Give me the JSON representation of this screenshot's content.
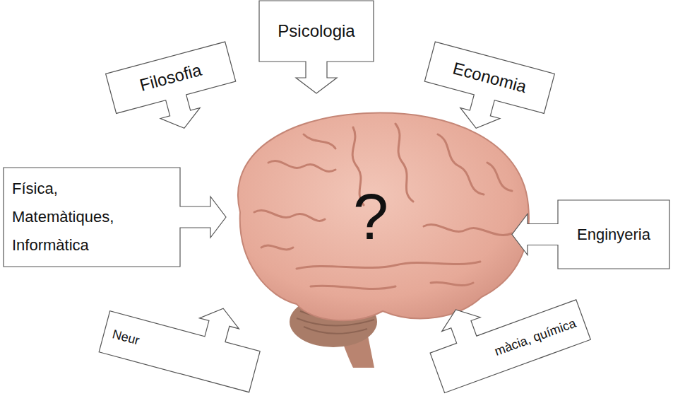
{
  "diagram": {
    "nodes": [
      {
        "text": [
          "Filosofia"
        ]
      },
      {
        "text": [
          "Psicologia"
        ]
      },
      {
        "text": [
          "Economia"
        ]
      },
      {
        "text": [
          "Física, Matemàtiques, Informàtica"
        ]
      },
      {
        "text": [
          "Enginyeria"
        ]
      },
      {
        "text": [
          "Neur"
        ]
      },
      {
        "text": [
          "màcia, química"
        ]
      }
    ],
    "labels": [
      "?"
    ]
  }
}
